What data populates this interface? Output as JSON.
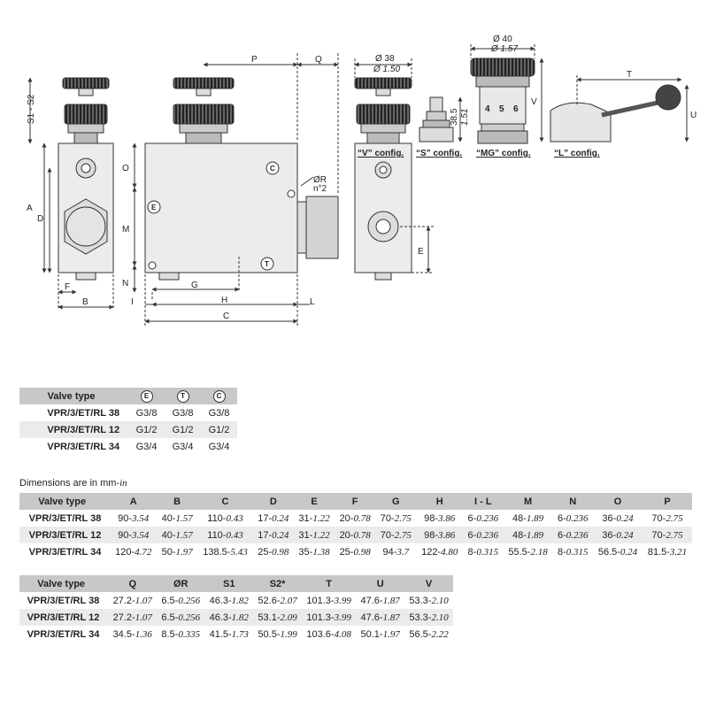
{
  "drawing": {
    "labels": {
      "s1s2": "S1 - S2",
      "a": "A",
      "d": "D",
      "f": "F",
      "b": "B",
      "o": "O",
      "m": "M",
      "n": "N",
      "g": "G",
      "h": "H",
      "c": "C",
      "i": "I",
      "l": "L",
      "p": "P",
      "q": "Q",
      "r": "ØR",
      "n2": "n°2",
      "e": "E",
      "d38": "Ø 38",
      "d150": "Ø 1.50",
      "d40": "Ø 40",
      "d157": "Ø 1.57",
      "h385": "38.5",
      "h151": "1.51",
      "v": "V",
      "t": "T",
      "u": "U",
      "port_c": "C",
      "port_e": "E",
      "port_t": "T",
      "dial_4": "4",
      "dial_5": "5",
      "dial_6": "6"
    },
    "configs": {
      "v": "“V” config.",
      "s": "“S” config.",
      "mg": "“MG” config.",
      "l": "“L” config."
    }
  },
  "ports_table": {
    "header": {
      "label": "Valve type",
      "e": "E",
      "t": "T",
      "c": "C"
    },
    "rows": [
      {
        "type": "VPR/3/ET/RL 38",
        "e": "G3/8",
        "t": "G3/8",
        "c": "G3/8"
      },
      {
        "type": "VPR/3/ET/RL 12",
        "e": "G1/2",
        "t": "G1/2",
        "c": "G1/2"
      },
      {
        "type": "VPR/3/ET/RL 34",
        "e": "G3/4",
        "t": "G3/4",
        "c": "G3/4"
      }
    ]
  },
  "dims_note": {
    "prefix": "Dimensions are in mm-",
    "suffix": "in"
  },
  "dims_table_1": {
    "headers": [
      "Valve type",
      "A",
      "B",
      "C",
      "D",
      "E",
      "F",
      "G",
      "H",
      "I - L",
      "M",
      "N",
      "O",
      "P"
    ],
    "rows": [
      {
        "type": "VPR/3/ET/RL 38",
        "cells": [
          [
            "90",
            "3.54"
          ],
          [
            "40",
            "1.57"
          ],
          [
            "110",
            "0.43"
          ],
          [
            "17",
            "0.24"
          ],
          [
            "31",
            "1.22"
          ],
          [
            "20",
            "0.78"
          ],
          [
            "70",
            "2.75"
          ],
          [
            "98",
            "3.86"
          ],
          [
            "6",
            "0.236"
          ],
          [
            "48",
            "1.89"
          ],
          [
            "6",
            "0.236"
          ],
          [
            "36",
            "0.24"
          ],
          [
            "70",
            "2.75"
          ]
        ]
      },
      {
        "type": "VPR/3/ET/RL 12",
        "cells": [
          [
            "90",
            "3.54"
          ],
          [
            "40",
            "1.57"
          ],
          [
            "110",
            "0.43"
          ],
          [
            "17",
            "0.24"
          ],
          [
            "31",
            "1.22"
          ],
          [
            "20",
            "0.78"
          ],
          [
            "70",
            "2.75"
          ],
          [
            "98",
            "3.86"
          ],
          [
            "6",
            "0.236"
          ],
          [
            "48",
            "1.89"
          ],
          [
            "6",
            "0.236"
          ],
          [
            "36",
            "0.24"
          ],
          [
            "70",
            "2.75"
          ]
        ]
      },
      {
        "type": "VPR/3/ET/RL 34",
        "cells": [
          [
            "120",
            "4.72"
          ],
          [
            "50",
            "1.97"
          ],
          [
            "138.5",
            "5.43"
          ],
          [
            "25",
            "0.98"
          ],
          [
            "35",
            "1.38"
          ],
          [
            "25",
            "0.98"
          ],
          [
            "94",
            "3.7"
          ],
          [
            "122",
            "4.80"
          ],
          [
            "8",
            "0.315"
          ],
          [
            "55.5",
            "2.18"
          ],
          [
            "8",
            "0.315"
          ],
          [
            "56.5",
            "0.24"
          ],
          [
            "81.5",
            "3.21"
          ]
        ]
      }
    ]
  },
  "dims_table_2": {
    "headers": [
      "Valve type",
      "Q",
      "ØR",
      "S1",
      "S2*",
      "T",
      "U",
      "V"
    ],
    "rows": [
      {
        "type": "VPR/3/ET/RL 38",
        "cells": [
          [
            "27.2",
            "1.07"
          ],
          [
            "6.5",
            "0.256"
          ],
          [
            "46.3",
            "1.82"
          ],
          [
            "52.6",
            "2.07"
          ],
          [
            "101.3",
            "3.99"
          ],
          [
            "47.6",
            "1.87"
          ],
          [
            "53.3",
            "2.10"
          ]
        ]
      },
      {
        "type": "VPR/3/ET/RL 12",
        "cells": [
          [
            "27.2",
            "1.07"
          ],
          [
            "6.5",
            "0.256"
          ],
          [
            "46.3",
            "1.82"
          ],
          [
            "53.1",
            "2.09"
          ],
          [
            "101.3",
            "3.99"
          ],
          [
            "47.6",
            "1.87"
          ],
          [
            "53.3",
            "2.10"
          ]
        ]
      },
      {
        "type": "VPR/3/ET/RL 34",
        "cells": [
          [
            "34.5",
            "1.36"
          ],
          [
            "8.5",
            "0.335"
          ],
          [
            "41.5",
            "1.73"
          ],
          [
            "50.5",
            "1.99"
          ],
          [
            "103.6",
            "4.08"
          ],
          [
            "50.1",
            "1.97"
          ],
          [
            "56.5",
            "2.22"
          ]
        ]
      }
    ]
  }
}
